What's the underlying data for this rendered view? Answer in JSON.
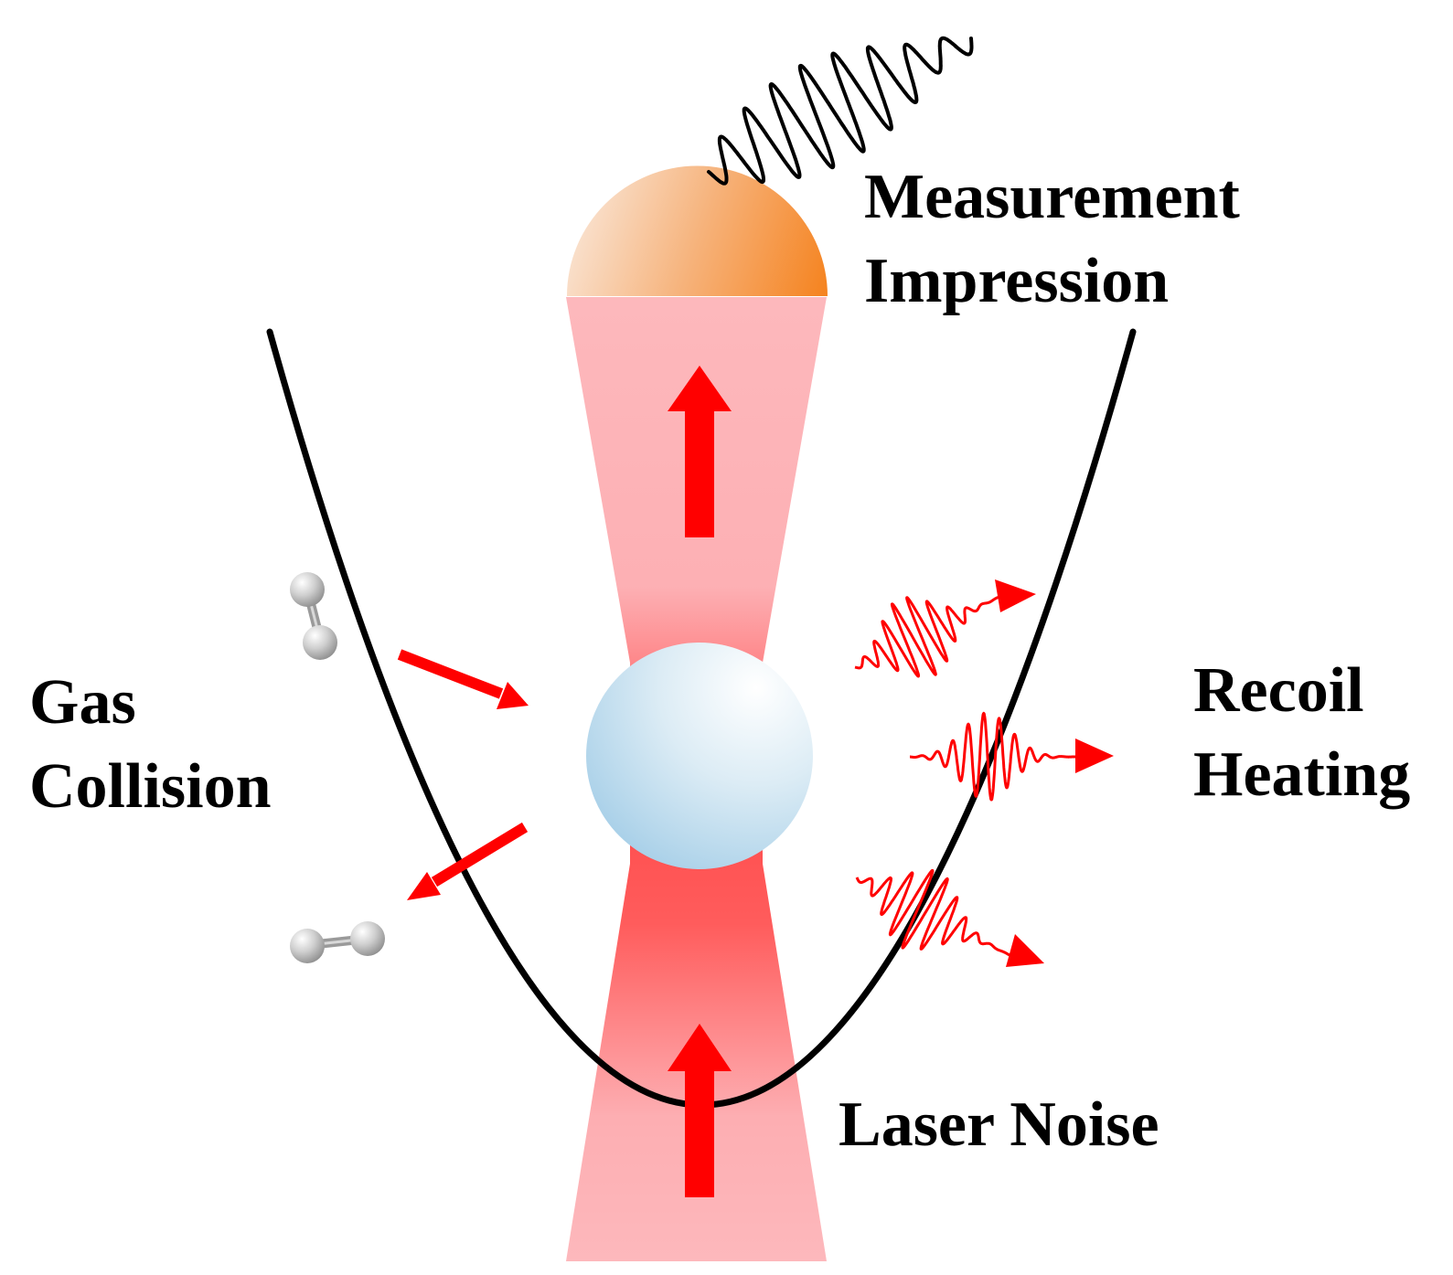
{
  "labels": {
    "measurement_impression": [
      "Measurement",
      "Impression"
    ],
    "gas_collision": [
      "Gas",
      "Collision"
    ],
    "recoil_heating": [
      "Recoil",
      "Heating"
    ],
    "laser_noise": "Laser Noise"
  },
  "colors": {
    "beam_light": "#fdb8bc",
    "beam_dark": "#ff4a4a",
    "arrow_red": "#ff0000",
    "trap_potential": "#000000",
    "detector_light": "#f9e3d0",
    "detector_dark": "#f68a2c",
    "particle_light": "#ffffff",
    "particle_dark": "#a8d0e8",
    "gas_molecule": "#bdbdbd"
  },
  "icons": {
    "trap": "parabola-potential",
    "particle": "sphere",
    "detector": "hemisphere-detector",
    "photon": "wave-packet",
    "gas": "diatomic-molecule"
  }
}
